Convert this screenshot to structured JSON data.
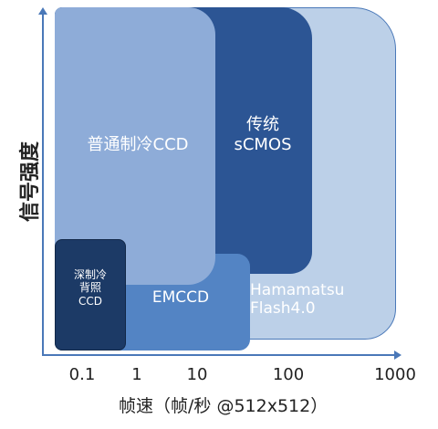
{
  "regions": {
    "hamamatsu_flash": {
      "lines": [
        "Hamamatsu",
        "Flash4.0"
      ]
    },
    "scmos": {
      "lines": [
        "传统",
        "sCMOS"
      ]
    },
    "emccd": {
      "label": "EMCCD"
    },
    "cooled_ccd": {
      "label": "普通制冷CCD"
    },
    "back_illuminated_ccd": {
      "lines": [
        "深制冷",
        "背照",
        "CCD"
      ]
    }
  },
  "axes": {
    "x_ticks": [
      "0.1",
      "1",
      "10",
      "100",
      "1000"
    ],
    "x_label": "帧速（帧/秒 @512x512）",
    "y_label": "信号强度"
  },
  "colors": {
    "flash": "#bcd0e8",
    "scmos": "#2c5594",
    "emccd": "#5384c4",
    "cooled_ccd": "#8eacd8",
    "back_illuminated_ccd": "#1c3a66",
    "axis": "#4a78b8"
  }
}
